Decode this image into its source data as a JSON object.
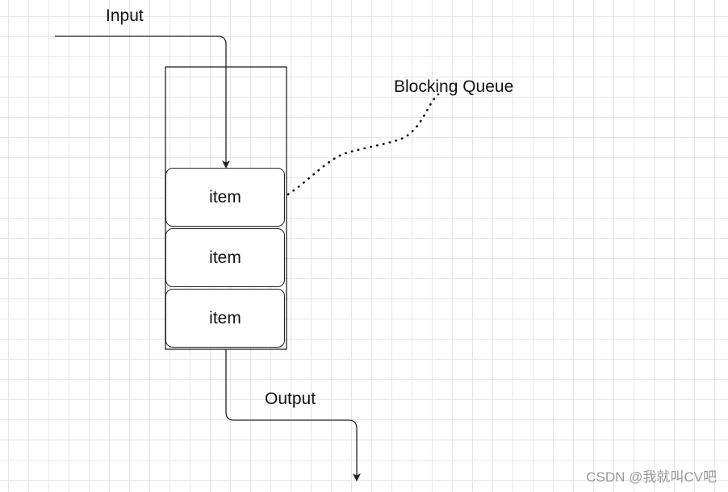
{
  "diagram": {
    "input_label": "Input",
    "output_label": "Output",
    "queue_label": "Blocking Queue",
    "items": [
      {
        "label": "item"
      },
      {
        "label": "item"
      },
      {
        "label": "item"
      }
    ],
    "line_color": "#222222",
    "grid_color": "#e6e6e6"
  },
  "watermark": {
    "text": "CSDN @我就叫CV吧"
  }
}
